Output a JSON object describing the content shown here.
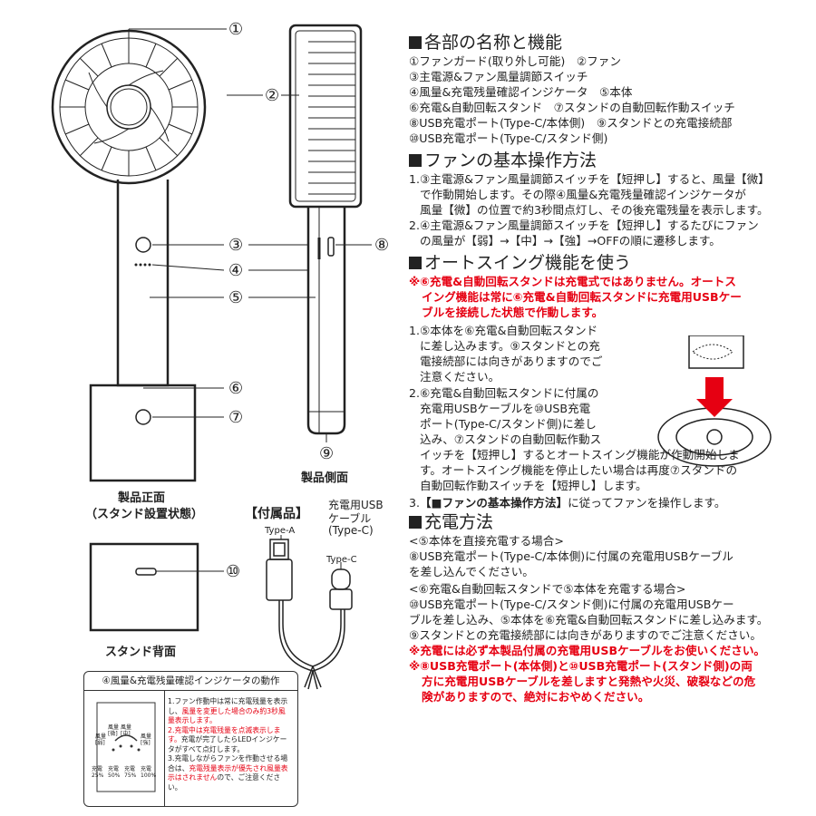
{
  "labels": {
    "n1": "①",
    "n2": "②",
    "n3": "③",
    "n4": "④",
    "n5": "⑤",
    "n6": "⑥",
    "n7": "⑦",
    "n8": "⑧",
    "n9": "⑨",
    "n10": "⑩"
  },
  "captions": {
    "front": "製品正面",
    "front_sub": "（スタンド設置状態）",
    "side": "製品側面",
    "stand_back": "スタンド背面",
    "accessory": "【付属品】",
    "cable_name_1": "充電用USB",
    "cable_name_2": "ケーブル",
    "cable_name_3": "(Type-C)",
    "type_a": "Type-A",
    "type_c": "Type-C"
  },
  "indicator_box": {
    "title": "④風量&充電残量確認インジケータの動作",
    "level_lo": "風量[弱]",
    "level_mid1": "風量[微]",
    "level_mid2": "風量[中]",
    "level_hi": "風量[強]",
    "ch25": "充電 25%",
    "ch50": "充電 50%",
    "ch75": "充電 75%",
    "ch100": "充電 100%",
    "n1_a": "1.ファン作動中は常に充電残量を表示し、",
    "n1_red": "風量を変更した場合のみ約3秒風量表示します。",
    "n2_red": "2.充電中は充電残量を点滅表示します。",
    "n2_b": "充電が完了したらLEDインジケータがすべて点灯します。",
    "n3_a": "3.充電しながらファンを作動させる場合は、",
    "n3_red": "充電残量表示が優先され風量表示はされません",
    "n3_b": "ので、ご注意ください。"
  },
  "s1": {
    "title": "各部の名称と機能",
    "l1": "①ファンガード(取り外し可能)　②ファン",
    "l2": "③主電源&ファン風量調節スイッチ",
    "l3": "④風量&充電残量確認インジケータ　⑤本体",
    "l4": "⑥充電&自動回転スタンド　⑦スタンドの自動回転作動スイッチ",
    "l5": "⑧USB充電ポート(Type-C/本体側)　⑨スタンドとの充電接続部",
    "l6": "⑩USB充電ポート(Type-C/スタンド側)"
  },
  "s2": {
    "title": "ファンの基本操作方法",
    "l1": "1.③主電源&ファン風量調節スイッチを【短押し】すると、風量【微】",
    "l2": "で作動開始します。その際④風量&充電残量確認インジケータが",
    "l3": "風量【微】の位置で約3秒間点灯し、その後充電残量を表示します。",
    "l4": "2.④主電源&ファン風量調節スイッチを【短押し】するたびにファン",
    "l5": "の風量が【弱】→【中】→【強】→OFFの順に遷移します。"
  },
  "s3": {
    "title": "オートスイング機能を使う",
    "w1": "※⑥充電&自動回転スタンドは充電式ではありません。オートス",
    "w2": "イング機能は常に⑥充電&自動回転スタンドに充電用USBケー",
    "w3": "ブルを接続した状態で作動します。",
    "p1": "1.⑤本体を⑥充電&自動回転スタンド",
    "p2": "に差し込みます。⑨スタンドとの充",
    "p3": "電接続部には向きがありますのでご",
    "p4": "注意ください。",
    "p5": "2.⑥充電&自動回転スタンドに付属の",
    "p6": "充電用USBケーブルを⑩USB充電",
    "p7": "ポート(Type-C/スタンド側)に差し",
    "p8": "込み、⑦スタンドの自動回転作動ス",
    "p9": "イッチを【短押し】するとオートスイング機能が作動開始しま",
    "p10": "す。オートスイング機能を停止したい場合は再度⑦スタンドの",
    "p11": "自動回転作動スイッチを【短押し】します。",
    "p12a": "3.",
    "p12b": "【■ファンの基本操作方法】",
    "p12c": "に従ってファンを操作します。"
  },
  "s4": {
    "title": "充電方法",
    "c1": "<⑤本体を直接充電する場合>",
    "c2": "⑧USB充電ポート(Type-C/本体側)に付属の充電用USBケーブル",
    "c3": "を差し込んでください。",
    "c4": "<⑥充電&自動回転スタンドで⑤本体を充電する場合>",
    "c5": "⑩USB充電ポート(Type-C/スタンド側)に付属の充電用USBケー",
    "c6": "ブルを差し込み、⑤本体を⑥充電&自動回転スタンドに差し込みます。",
    "c7": "⑨スタンドとの充電接続部には向きがありますのでご注意ください。",
    "r1": "※充電には必ず本製品付属の充電用USBケーブルをお使いください。",
    "r2": "※⑧USB充電ポート(本体側)と⑩USB充電ポート(スタンド側)の両",
    "r3": "方に充電用USBケーブルを差しますと発熱や火災、破裂などの危",
    "r4": "険がありますので、絶対におやめください。"
  }
}
